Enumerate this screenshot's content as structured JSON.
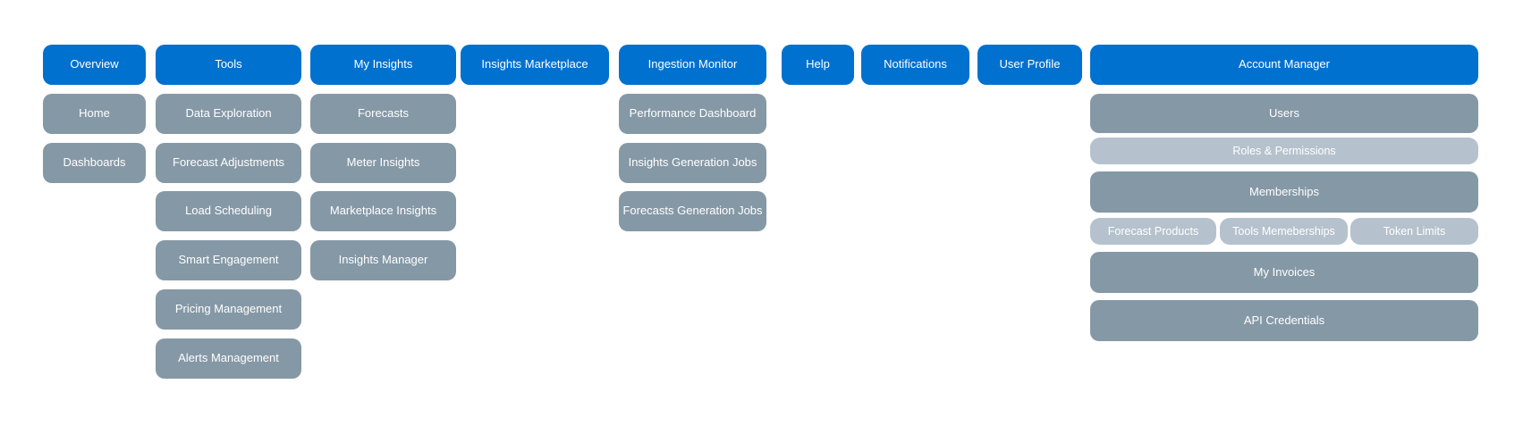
{
  "page": {
    "background": "#ffffff"
  },
  "colors": {
    "primary_blue": "#0071ce",
    "item_gray": "#8598a6",
    "item_light_gray": "#b5c2cd",
    "button_text": "#ffffff"
  },
  "nav_map": {
    "columns": [
      {
        "id": "overview",
        "label": "Overview",
        "children": [
          {
            "label": "Home"
          },
          {
            "label": "Dashboards"
          }
        ]
      },
      {
        "id": "tools",
        "label": "Tools",
        "children": [
          {
            "label": "Data Exploration"
          },
          {
            "label": "Forecast Adjustments"
          },
          {
            "label": "Load Scheduling"
          },
          {
            "label": "Smart Engagement"
          },
          {
            "label": "Pricing Management"
          },
          {
            "label": "Alerts Management"
          }
        ]
      },
      {
        "id": "my-insights",
        "label": "My Insights",
        "children": [
          {
            "label": "Forecasts"
          },
          {
            "label": "Meter Insights"
          },
          {
            "label": "Marketplace Insights"
          },
          {
            "label": "Insights Manager"
          }
        ]
      },
      {
        "id": "insights-marketplace",
        "label": "Insights Marketplace",
        "children": []
      },
      {
        "id": "ingestion-monitor",
        "label": "Ingestion Monitor",
        "children": [
          {
            "label": "Performance Dashboard"
          },
          {
            "label": "Insights Generation Jobs"
          },
          {
            "label": "Forecasts Generation Jobs"
          }
        ]
      },
      {
        "id": "help",
        "label": "Help",
        "children": []
      },
      {
        "id": "notifications",
        "label": "Notifications",
        "children": []
      },
      {
        "id": "user-profile",
        "label": "User Profile",
        "children": []
      },
      {
        "id": "account-manager",
        "label": "Account Manager",
        "children": [
          {
            "label": "Users"
          },
          {
            "label": "Roles & Permissions",
            "variant": "light"
          },
          {
            "label": "Memberships"
          },
          {
            "variant": "light",
            "group": [
              {
                "label": "Forecast Products"
              },
              {
                "label": "Tools Memeberships"
              },
              {
                "label": "Token Limits"
              }
            ]
          },
          {
            "label": "My Invoices"
          },
          {
            "label": "API Credentials"
          }
        ]
      }
    ]
  }
}
